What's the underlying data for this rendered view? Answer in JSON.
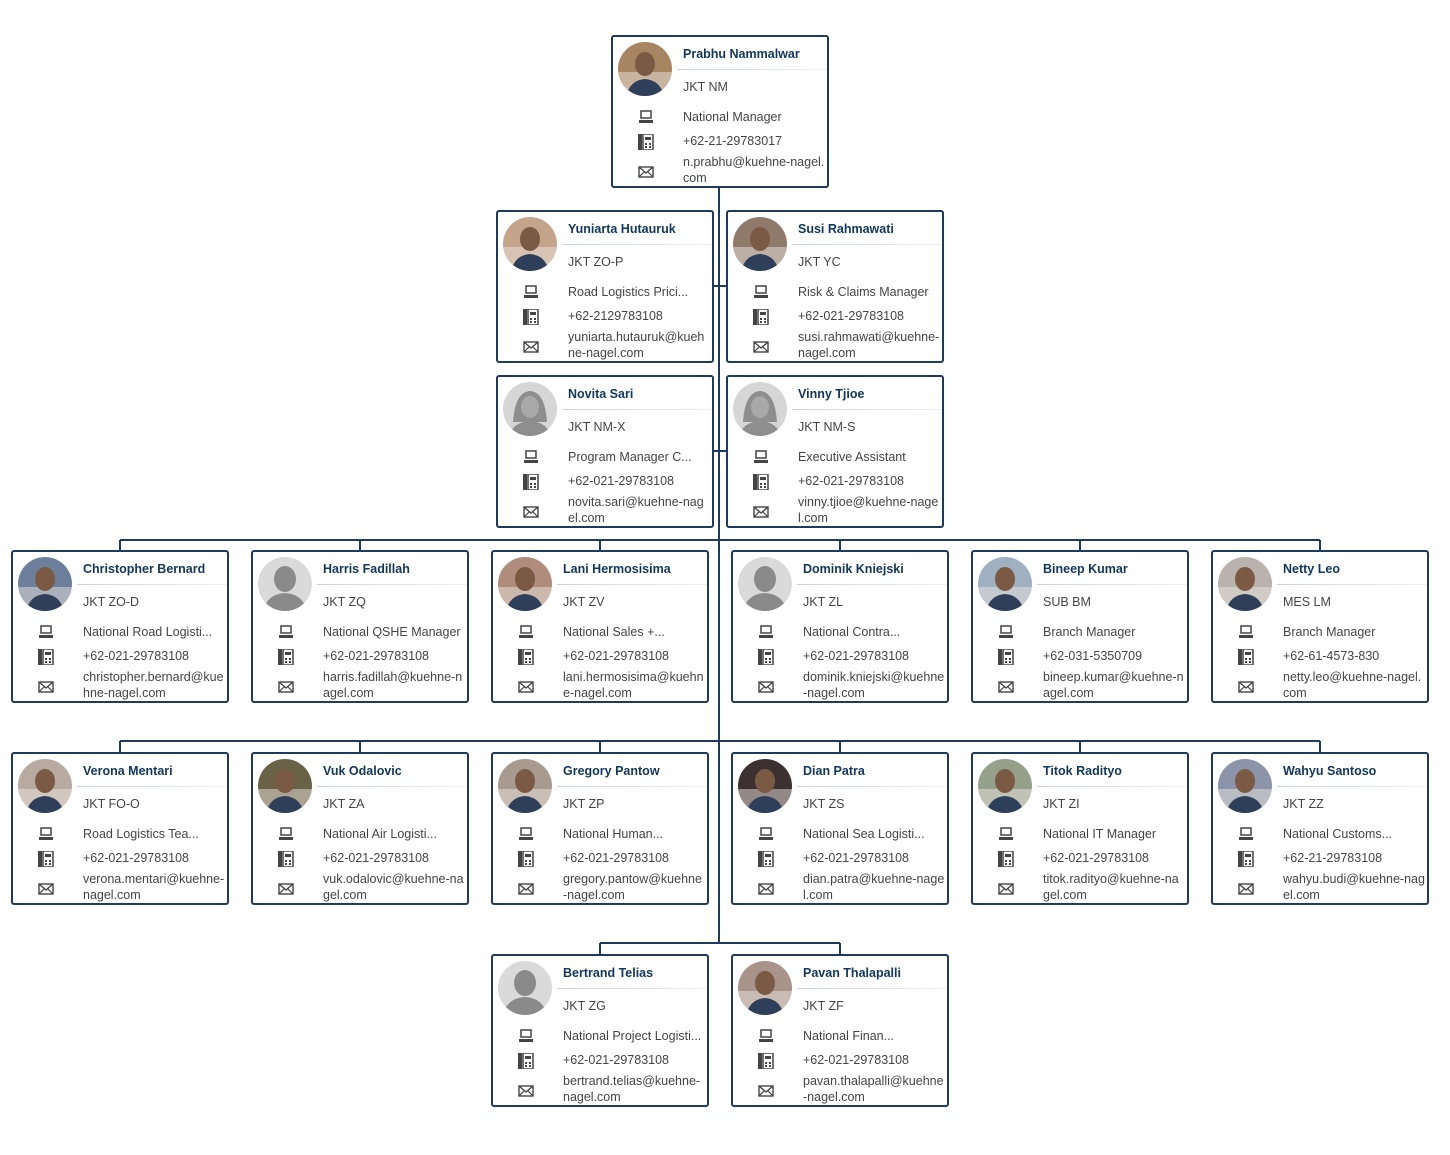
{
  "colors": {
    "border": "#1f3a5c",
    "name": "#12365c",
    "text": "#444444",
    "line": "#1f3a5c"
  },
  "icons": {
    "title": "computer-icon",
    "phone": "phone-icon",
    "email": "envelope-icon"
  },
  "people": [
    {
      "id": "p0",
      "name": "Prabhu Nammalwar",
      "code": "JKT NM",
      "title": "National Manager",
      "phone": "+62-21-29783017",
      "email": "n.prabhu@kuehne-nagel.com",
      "avatar": "photo"
    },
    {
      "id": "p1",
      "name": "Yuniarta Hutauruk",
      "code": "JKT ZO-P",
      "title": "Road Logistics Prici...",
      "phone": "+62-2129783108",
      "email": "yuniarta.hutauruk@kuehne-nagel.com",
      "avatar": "photo"
    },
    {
      "id": "p2",
      "name": "Susi Rahmawati",
      "code": "JKT YC",
      "title": "Risk & Claims Manager",
      "phone": "+62-021-29783108",
      "email": "susi.rahmawati@kuehne-nagel.com",
      "avatar": "photo"
    },
    {
      "id": "p3",
      "name": "Novita Sari",
      "code": "JKT NM-X",
      "title": "Program Manager C...",
      "phone": "+62-021-29783108",
      "email": "novita.sari@kuehne-nagel.com",
      "avatar": "female"
    },
    {
      "id": "p4",
      "name": "Vinny Tjioe",
      "code": "JKT NM-S",
      "title": "Executive Assistant",
      "phone": "+62-021-29783108",
      "email": "vinny.tjioe@kuehne-nagel.com",
      "avatar": "female"
    },
    {
      "id": "p5",
      "name": "Christopher Bernard",
      "code": "JKT ZO-D",
      "title": "National Road Logisti...",
      "phone": "+62-021-29783108",
      "email": "christopher.bernard@kuehne-nagel.com",
      "avatar": "photo"
    },
    {
      "id": "p6",
      "name": "Harris Fadillah",
      "code": "JKT ZQ",
      "title": "National QSHE Manager",
      "phone": "+62-021-29783108",
      "email": "harris.fadillah@kuehne-nagel.com",
      "avatar": "male"
    },
    {
      "id": "p7",
      "name": "Lani Hermosisima",
      "code": "JKT ZV",
      "title": "National Sales +...",
      "phone": "+62-021-29783108",
      "email": "lani.hermosisima@kuehne-nagel.com",
      "avatar": "photo"
    },
    {
      "id": "p8",
      "name": "Dominik Kniejski",
      "code": "JKT ZL",
      "title": "National Contra...",
      "phone": "+62-021-29783108",
      "email": "dominik.kniejski@kuehne-nagel.com",
      "avatar": "male"
    },
    {
      "id": "p9",
      "name": "Bineep Kumar",
      "code": "SUB BM",
      "title": "Branch Manager",
      "phone": "+62-031-5350709",
      "email": "bineep.kumar@kuehne-nagel.com",
      "avatar": "photo"
    },
    {
      "id": "p10",
      "name": "Netty Leo",
      "code": "MES LM",
      "title": "Branch Manager",
      "phone": "+62-61-4573-830",
      "email": "netty.leo@kuehne-nagel.com",
      "avatar": "photo"
    },
    {
      "id": "p11",
      "name": "Verona Mentari",
      "code": "JKT FO-O",
      "title": "Road Logistics Tea...",
      "phone": "+62-021-29783108",
      "email": "verona.mentari@kuehne-nagel.com",
      "avatar": "photo"
    },
    {
      "id": "p12",
      "name": "Vuk Odalovic",
      "code": "JKT ZA",
      "title": "National Air Logisti...",
      "phone": "+62-021-29783108",
      "email": "vuk.odalovic@kuehne-nagel.com",
      "avatar": "photo"
    },
    {
      "id": "p13",
      "name": "Gregory Pantow",
      "code": "JKT ZP",
      "title": "National Human...",
      "phone": "+62-021-29783108",
      "email": "gregory.pantow@kuehne-nagel.com",
      "avatar": "photo"
    },
    {
      "id": "p14",
      "name": "Dian Patra",
      "code": "JKT ZS",
      "title": "National Sea Logisti...",
      "phone": "+62-021-29783108",
      "email": "dian.patra@kuehne-nagel.com",
      "avatar": "photo"
    },
    {
      "id": "p15",
      "name": "Titok Radityo",
      "code": "JKT ZI",
      "title": "National IT Manager",
      "phone": "+62-021-29783108",
      "email": "titok.radityo@kuehne-nagel.com",
      "avatar": "photo"
    },
    {
      "id": "p16",
      "name": "Wahyu Santoso",
      "code": "JKT ZZ",
      "title": "National Customs...",
      "phone": "+62-21-29783108",
      "email": "wahyu.budi@kuehne-nagel.com",
      "avatar": "photo"
    },
    {
      "id": "p17",
      "name": "Bertrand Telias",
      "code": "JKT ZG",
      "title": "National Project Logisti...",
      "phone": "+62-021-29783108",
      "email": "bertrand.telias@kuehne-nagel.com",
      "avatar": "male"
    },
    {
      "id": "p18",
      "name": "Pavan Thalapalli",
      "code": "JKT ZF",
      "title": "National Finan...",
      "phone": "+62-021-29783108",
      "email": "pavan.thalapalli@kuehne-nagel.com",
      "avatar": "photo"
    }
  ]
}
